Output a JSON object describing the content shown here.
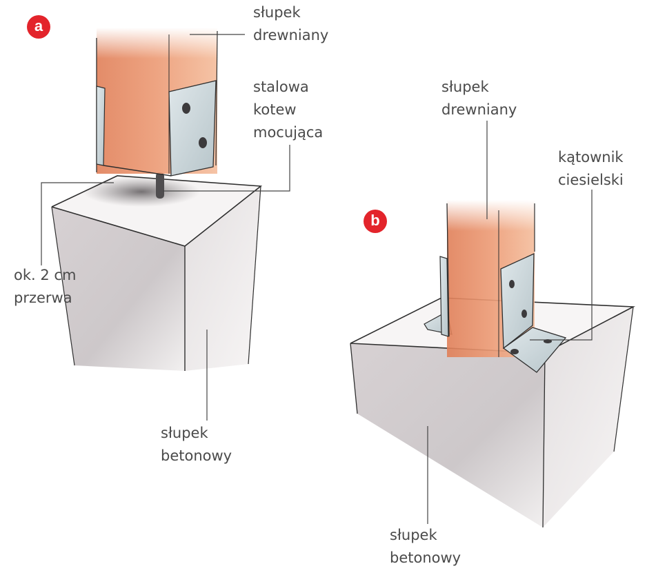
{
  "figure_a": {
    "badge": "a",
    "post_label": [
      "słupek",
      "drewniany"
    ],
    "anchor_label": [
      "stalowa",
      "kotew",
      "mocująca"
    ],
    "gap_label": [
      "ok. 2 cm",
      "przerwa"
    ],
    "base_label": [
      "słupek",
      "betonowy"
    ]
  },
  "figure_b": {
    "badge": "b",
    "post_label": [
      "słupek",
      "drewniany"
    ],
    "bracket_label": [
      "kątownik",
      "ciesielski"
    ],
    "base_label": [
      "słupek",
      "betonowy"
    ]
  },
  "colors": {
    "wood": "#e8906a",
    "steel": "#c8d4d8",
    "concrete": "#d9d5d6",
    "badge": "#e3242b",
    "text": "#4a4a4a",
    "outline": "#2e2e2e"
  }
}
